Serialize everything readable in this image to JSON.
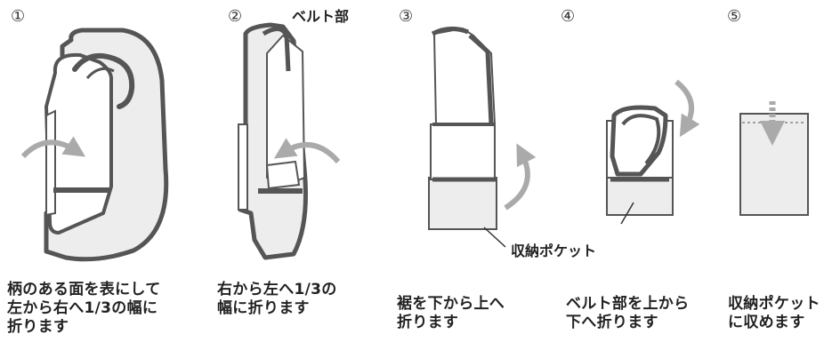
{
  "steps": [
    {
      "number": "①",
      "caption": "柄のある面を表にして\n左から右へ1/3の幅に\n折ります"
    },
    {
      "number": "②",
      "caption": "右から左へ1/3の\n幅に折ります"
    },
    {
      "number": "③",
      "caption": "裾を下から上へ\n折ります"
    },
    {
      "number": "④",
      "caption": "ベルト部を上から\n下へ折ります"
    },
    {
      "number": "⑤",
      "caption": "収納ポケット\nに収めます"
    }
  ],
  "labels": {
    "belt": "ベルト部",
    "pocket": "収納ポケット"
  },
  "colors": {
    "outline": "#555555",
    "fill": "#ededed",
    "paper": "#ffffff",
    "arrow": "#aaaaaa"
  },
  "icons": [
    "curved-arrow-right-icon",
    "curved-arrow-left-icon",
    "curved-arrow-up-icon",
    "curved-arrow-down-icon",
    "dashed-arrow-down-icon"
  ]
}
